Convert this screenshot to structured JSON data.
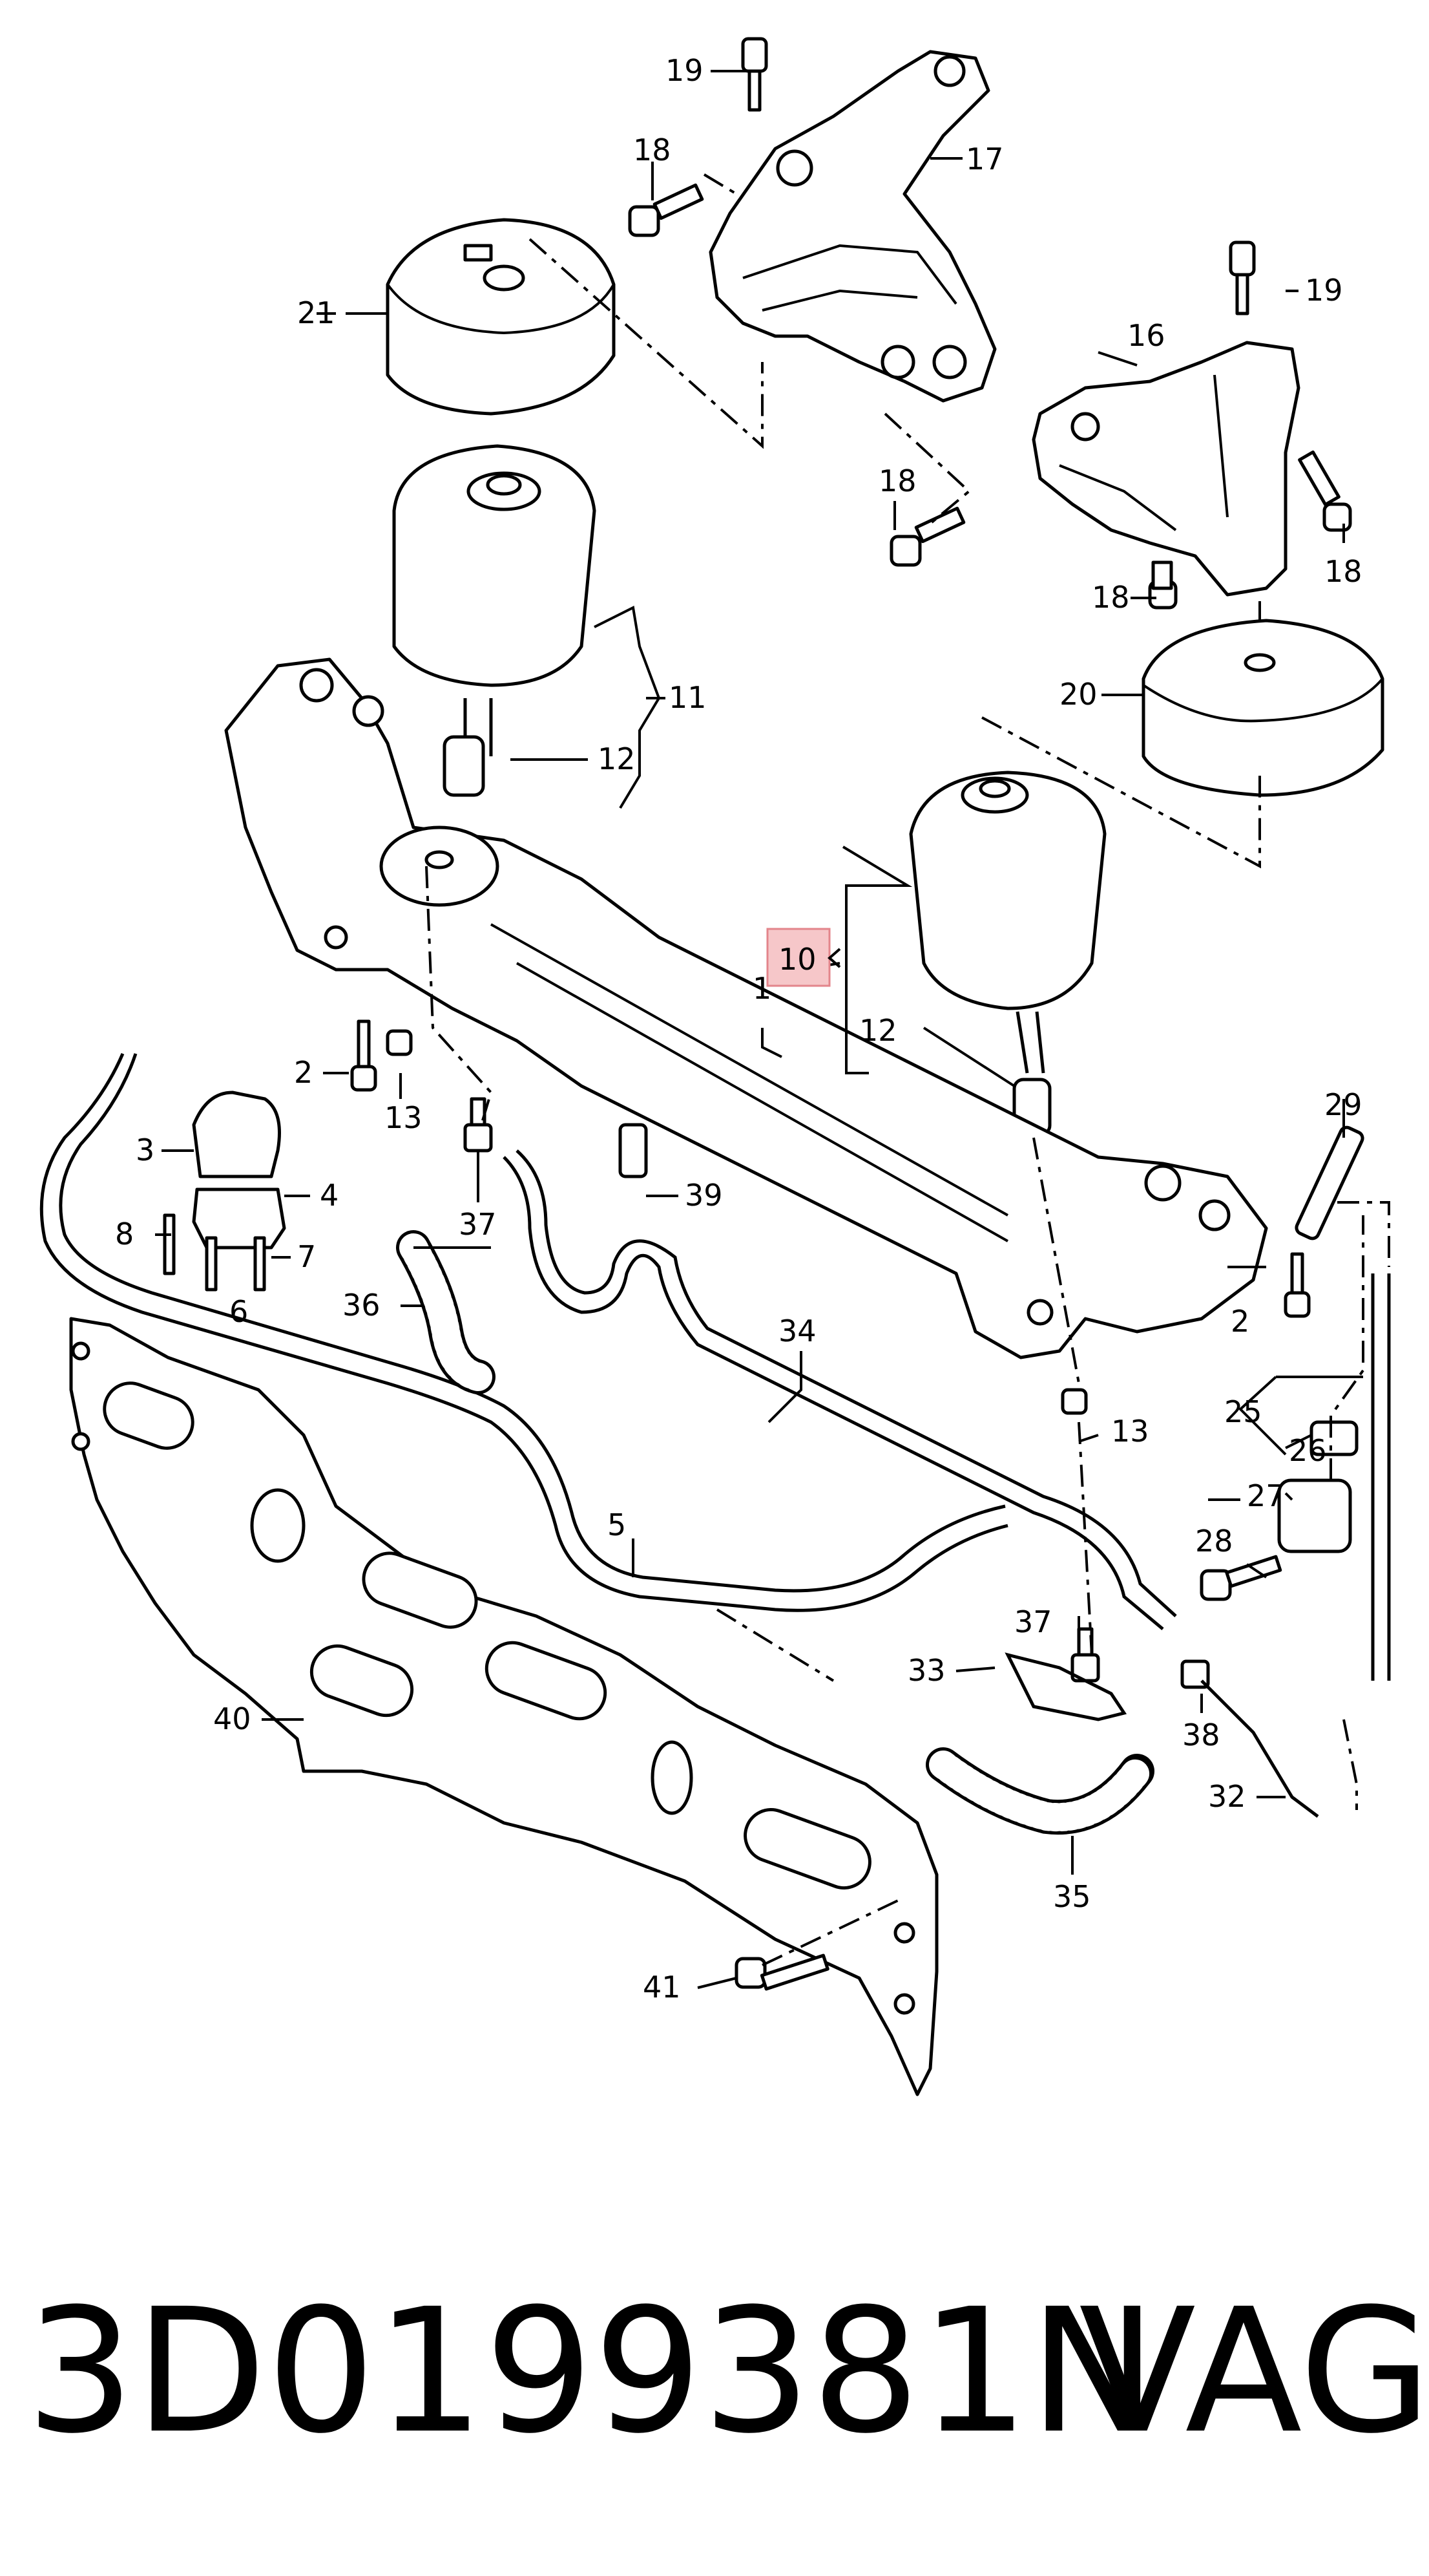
{
  "part_number": "3D0199381N",
  "brand": "VAG",
  "highlight_color": "#f6c7c9",
  "callouts": {
    "c1": "1",
    "c2a": "2",
    "c2b": "2",
    "c3": "3",
    "c4": "4",
    "c5": "5",
    "c6": "6",
    "c7": "7",
    "c8": "8",
    "c10": "10",
    "c11": "11",
    "c12a": "12",
    "c12b": "12",
    "c13a": "13",
    "c13b": "13",
    "c16": "16",
    "c17": "17",
    "c18a": "18",
    "c18b": "18",
    "c18c": "18",
    "c18d": "18",
    "c19a": "19",
    "c19b": "19",
    "c20": "20",
    "c21": "21",
    "c25": "25",
    "c26": "26",
    "c27": "27",
    "c28": "28",
    "c29": "29",
    "c32": "32",
    "c33": "33",
    "c34": "34",
    "c35": "35",
    "c36": "36",
    "c37a": "37",
    "c37b": "37",
    "c38": "38",
    "c39": "39",
    "c40": "40",
    "c41": "41"
  }
}
